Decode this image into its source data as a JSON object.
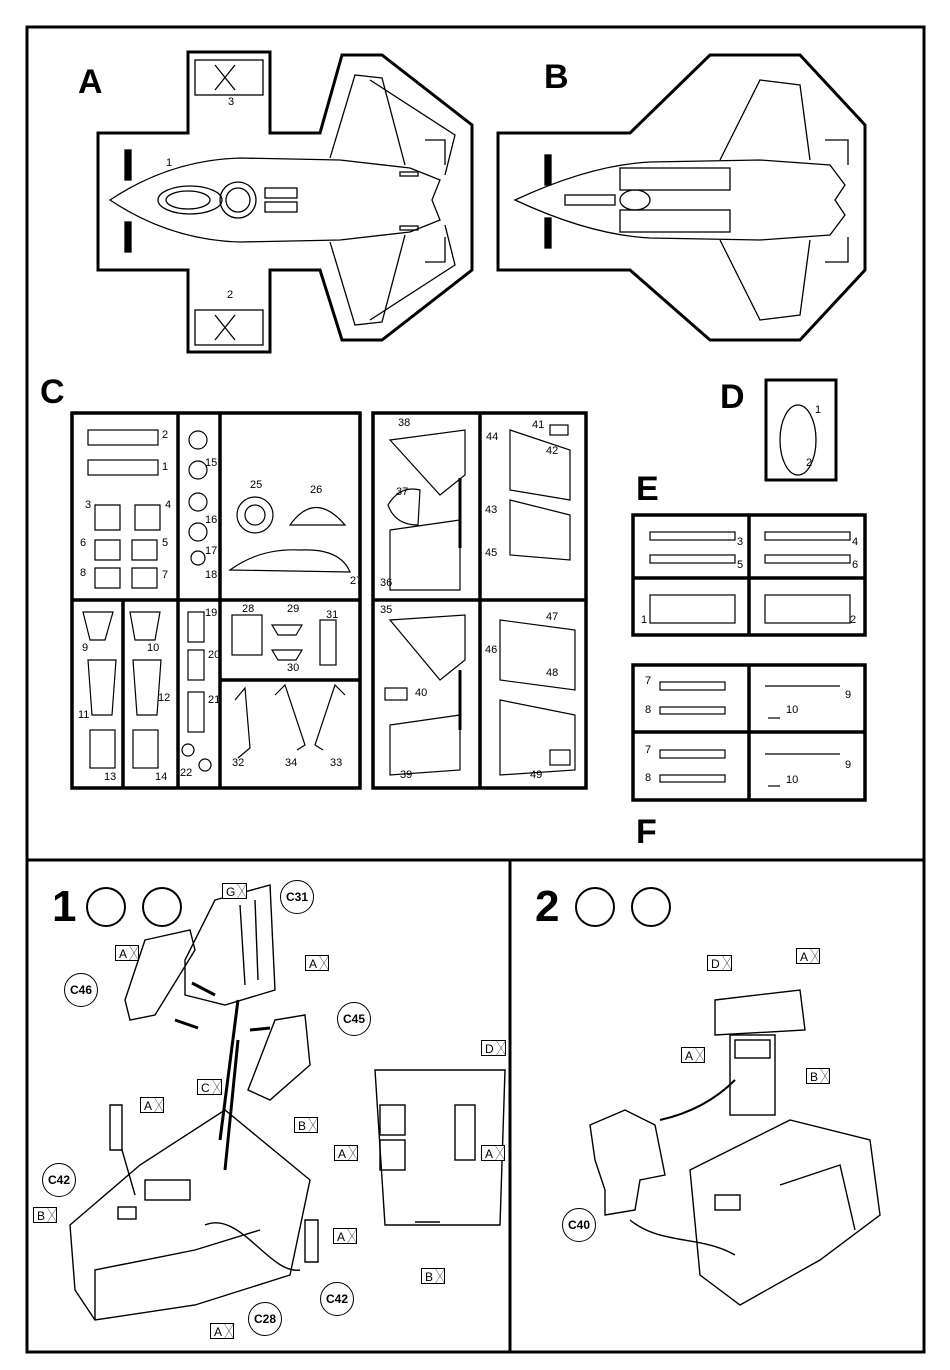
{
  "sections": {
    "A": "A",
    "B": "B",
    "C": "C",
    "D": "D",
    "E": "E",
    "F": "F"
  },
  "steps": {
    "s1": "1",
    "s2": "2"
  },
  "decal_numbers_A": [
    "1",
    "2",
    "3"
  ],
  "sprue_C_numbers": [
    "2",
    "1",
    "3",
    "4",
    "6",
    "5",
    "8",
    "7",
    "9",
    "10",
    "11",
    "12",
    "13",
    "14",
    "15",
    "16",
    "17",
    "18",
    "19",
    "20",
    "21",
    "22",
    "25",
    "26",
    "27",
    "28",
    "29",
    "30",
    "31",
    "32",
    "33",
    "34",
    "35",
    "36",
    "37",
    "38",
    "39",
    "40",
    "41",
    "42",
    "43",
    "44",
    "45",
    "46",
    "47",
    "48",
    "49"
  ],
  "sprue_D_numbers": [
    "1",
    "2"
  ],
  "sprue_E_numbers": [
    "3",
    "4",
    "5",
    "6",
    "1",
    "2"
  ],
  "sprue_F_numbers": [
    "7",
    "8",
    "9",
    "10",
    "7",
    "8",
    "9",
    "10"
  ],
  "step1": {
    "callouts": [
      "C31",
      "C46",
      "C45",
      "C42",
      "C42",
      "C28"
    ],
    "tags": [
      "G",
      "A",
      "A",
      "C",
      "A",
      "B",
      "A",
      "B",
      "A",
      "A",
      "D",
      "A",
      "A",
      "B"
    ]
  },
  "step2": {
    "callouts": [
      "C40"
    ],
    "tags": [
      "D",
      "A",
      "A",
      "B"
    ]
  },
  "icons": [
    "glue-icon",
    "paint-brush-icon"
  ]
}
